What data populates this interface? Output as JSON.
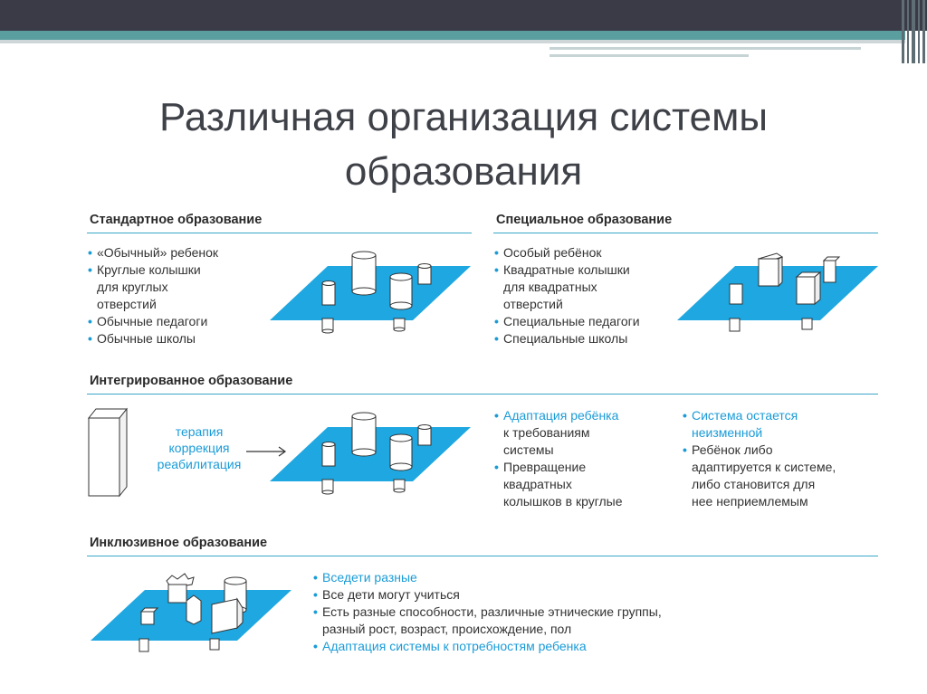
{
  "slide": {
    "title_line1": "Различная организация системы",
    "title_line2": "образования"
  },
  "sections": {
    "standard": {
      "title": "Стандартное образование",
      "items": [
        "«Обычный» ребенок",
        "Круглые колышки",
        "для круглых",
        "отверстий",
        "Обычные педагоги",
        "Обычные школы"
      ]
    },
    "special": {
      "title": "Специальное образование",
      "items": [
        "Особый ребёнок",
        "Квадратные колышки",
        "для квадратных",
        "отверстий",
        "Специальные педагоги",
        "Специальные школы"
      ]
    },
    "integrated": {
      "title": "Интегрированное образование",
      "therapy": [
        "терапия",
        "коррекция",
        "реабилитация"
      ],
      "left_items": [
        "Адаптация ребёнка",
        "к требованиям",
        "системы",
        "Превращение",
        "квадратных",
        "колышков в круглые"
      ],
      "right_items": [
        "Система остается",
        "неизменной",
        "Ребёнок либо",
        "адаптируется к системе,",
        "либо становится для",
        "нее неприемлемым"
      ]
    },
    "inclusive": {
      "title": "Инклюзивное образование",
      "items": [
        "Вседети разные",
        "Все дети могут учиться",
        "Есть разные способности, различные этнические группы,",
        "разный рост, возраст, происхождение, пол",
        "Адаптация системы к потребностям ребенка"
      ]
    }
  },
  "colors": {
    "accent_blue": "#1a9bd7",
    "plane_blue": "#1ea7e0",
    "rule_blue": "#3aa6c9",
    "top_bar": "#3b3b48",
    "top_teal": "#5a9ea0"
  },
  "icons": [
    "round-peg-icon",
    "square-peg-icon",
    "mixed-shapes-icon",
    "tall-block-icon",
    "arrow-right-icon"
  ]
}
